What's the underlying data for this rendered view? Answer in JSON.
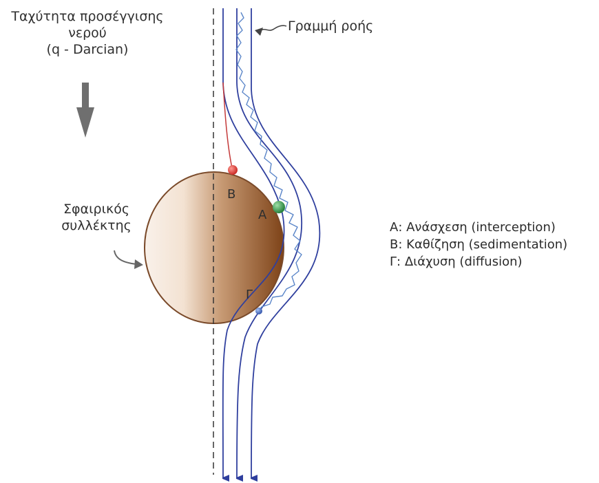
{
  "labels": {
    "approach_velocity": [
      "Ταχύτητα προσέγγισης",
      "νερού",
      "(q - Darcian)"
    ],
    "streamline": "Γραμμή ροής",
    "collector": [
      "Σφαιρικός",
      "συλλέκτης"
    ],
    "mark_b": "Β",
    "mark_a": "Α",
    "mark_g": "Γ"
  },
  "legend": [
    "Α: Ανάσχεση (interception)",
    "Β: Καθίζηση (sedimentation)",
    "Γ: Διάχυση (diffusion)"
  ],
  "colors": {
    "collector_dark": "#8a4e22",
    "collector_light": "#f7ece2",
    "streamline": "#2f3f9e",
    "diffusion_path": "#5b86c9",
    "sediment_path": "#c43a3a",
    "particle_red": "#d33b36",
    "particle_green": "#2f9a48",
    "particle_blue": "#3a66c2",
    "arrow_gray": "#6f6f6f"
  },
  "icons": {
    "approach_arrow": "down-arrow-icon",
    "pointer": "curved-arrow-icon"
  }
}
